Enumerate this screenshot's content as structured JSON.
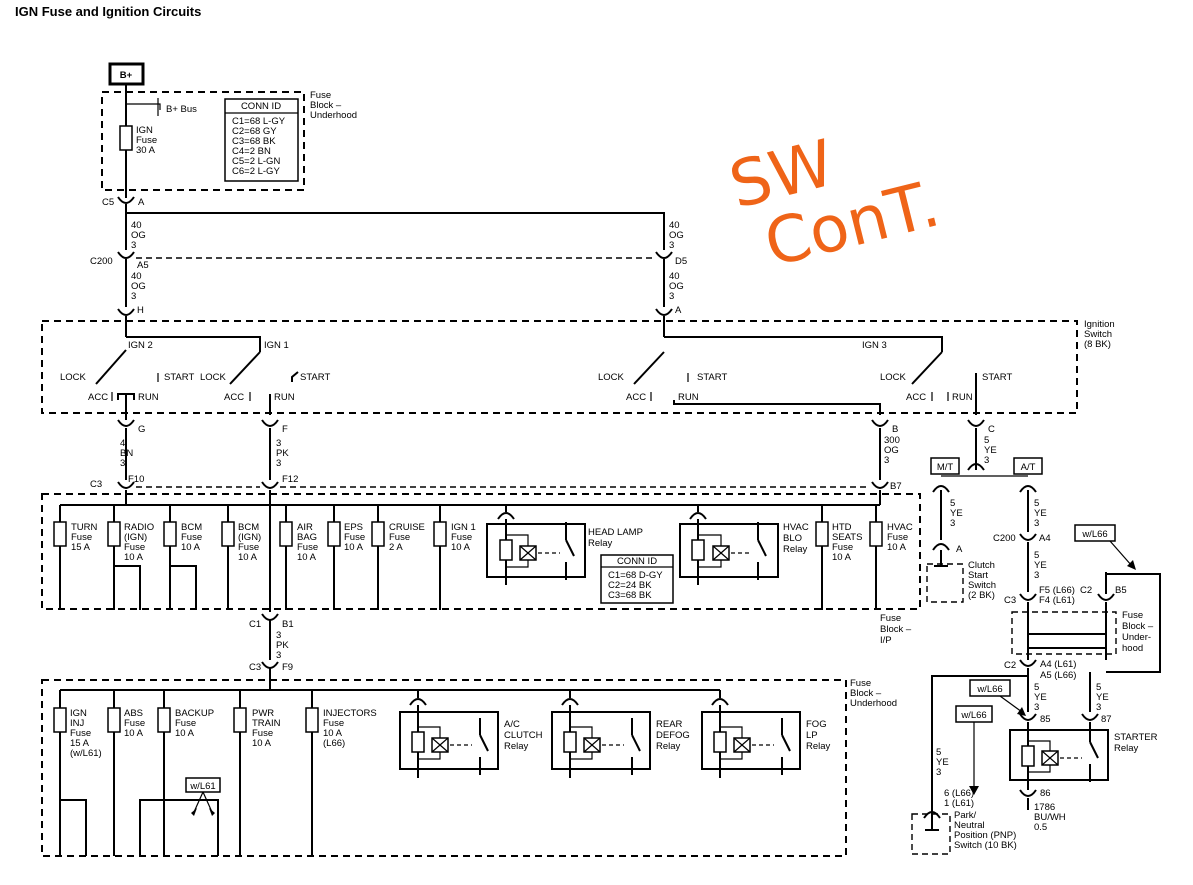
{
  "title": "IGN Fuse and Ignition Circuits",
  "annotation": {
    "line1": "SW",
    "line2": "ConT.",
    "color": "#ef6418"
  },
  "power_source": "B+",
  "fuse_block_underhood_top": {
    "name": [
      "Fuse",
      "Block –",
      "Underhood"
    ],
    "bus": "B+ Bus",
    "fuse": [
      "IGN",
      "Fuse",
      "30 A"
    ],
    "conn_title": "CONN ID",
    "conn": [
      "C1=68 L-GY",
      "C2=68 GY",
      "C3=68 BK",
      "C4=2 BN",
      "C5=2 L-GN",
      "C6=2 L-GY"
    ]
  },
  "connectors": {
    "c5": "C5",
    "c5_pin": "A",
    "c200": "C200",
    "c200_pin_left": "A5",
    "c200_pin_right": "D5",
    "sw_h": "H",
    "sw_a": "A",
    "sw_g": "G",
    "sw_f": "F",
    "sw_b": "B",
    "sw_c": "C",
    "c3": "C3",
    "f10": "F10",
    "f12": "F12",
    "b7": "B7",
    "c1": "C1",
    "b1": "B1",
    "c3b": "C3",
    "f9": "F9"
  },
  "wires": {
    "w40": [
      "40",
      "OG",
      "3"
    ],
    "w4": [
      "4",
      "BN",
      "3"
    ],
    "w3": [
      "3",
      "PK",
      "3"
    ],
    "w300": [
      "300",
      "OG",
      "3"
    ],
    "w5": [
      "5",
      "YE",
      "3"
    ]
  },
  "ignition_switch": {
    "name": [
      "Ignition",
      "Switch",
      "(8 BK)"
    ],
    "ign2": "IGN 2",
    "ign1": "IGN 1",
    "ign3": "IGN 3",
    "lock": "LOCK",
    "acc": "ACC",
    "run": "RUN",
    "start": "START"
  },
  "fuse_block_ip": {
    "name": [
      "Fuse",
      "Block –",
      "I/P"
    ],
    "fuses": [
      [
        "TURN",
        "Fuse",
        "15 A"
      ],
      [
        "RADIO",
        "(IGN)",
        "Fuse",
        "10 A"
      ],
      [
        "BCM",
        "Fuse",
        "10 A"
      ],
      [
        "BCM",
        "(IGN)",
        "Fuse",
        "10 A"
      ],
      [
        "AIR",
        "BAG",
        "Fuse",
        "10 A"
      ],
      [
        "EPS",
        "Fuse",
        "10 A"
      ],
      [
        "CRUISE",
        "Fuse",
        "2 A"
      ],
      [
        "IGN 1",
        "Fuse",
        "10 A"
      ],
      [
        "HTD",
        "SEATS",
        "Fuse",
        "10 A"
      ],
      [
        "HVAC",
        "Fuse",
        "10 A"
      ]
    ],
    "relays": [
      [
        "HEAD LAMP",
        "Relay"
      ],
      [
        "HVAC",
        "BLO",
        "Relay"
      ]
    ],
    "conn_title": "CONN ID",
    "conn": [
      "C1=68 D-GY",
      "C2=24 BK",
      "C3=68 BK"
    ]
  },
  "fuse_block_underhood_bottom": {
    "name": [
      "Fuse",
      "Block –",
      "Underhood"
    ],
    "fuses": [
      [
        "IGN",
        "INJ",
        "Fuse",
        "15 A",
        "(w/L61)"
      ],
      [
        "ABS",
        "Fuse",
        "10 A"
      ],
      [
        "BACKUP",
        "Fuse",
        "10 A"
      ],
      [
        "PWR",
        "TRAIN",
        "Fuse",
        "10 A"
      ],
      [
        "INJECTORS",
        "Fuse",
        "10 A",
        "(L66)"
      ]
    ],
    "relays": [
      [
        "A/C",
        "CLUTCH",
        "Relay"
      ],
      [
        "REAR",
        "DEFOG",
        "Relay"
      ],
      [
        "FOG",
        "LP",
        "Relay"
      ]
    ],
    "wl61": "w/L61"
  },
  "starter_section": {
    "mt": "M/T",
    "at": "A/T",
    "clutch_switch": [
      "Clutch",
      "Start",
      "Switch",
      "(2 BK)"
    ],
    "clutch_pin": "A",
    "c200": "C200",
    "a4": "A4",
    "c3": "C3",
    "f5": "F5 (L66)",
    "f4": "F4 (L61)",
    "c2": "C2",
    "b5": "B5",
    "fuse_block": [
      "Fuse",
      "Block –",
      "Under-",
      "hood"
    ],
    "wl66": "w/L66",
    "c2b": "C2",
    "a4b": "A4 (L61)",
    "a5b": "A5 (L66)",
    "pin85": "85",
    "pin87": "87",
    "pin86": "86",
    "starter_relay": [
      "STARTER",
      "Relay"
    ],
    "wire1786": [
      "1786",
      "BU/WH",
      "0.5"
    ],
    "pnp_pins": [
      "6 (L66)",
      "1 (L61)"
    ],
    "pnp": [
      "Park/",
      "Neutral",
      "Position (PNP)",
      "Switch (10 BK)"
    ]
  }
}
